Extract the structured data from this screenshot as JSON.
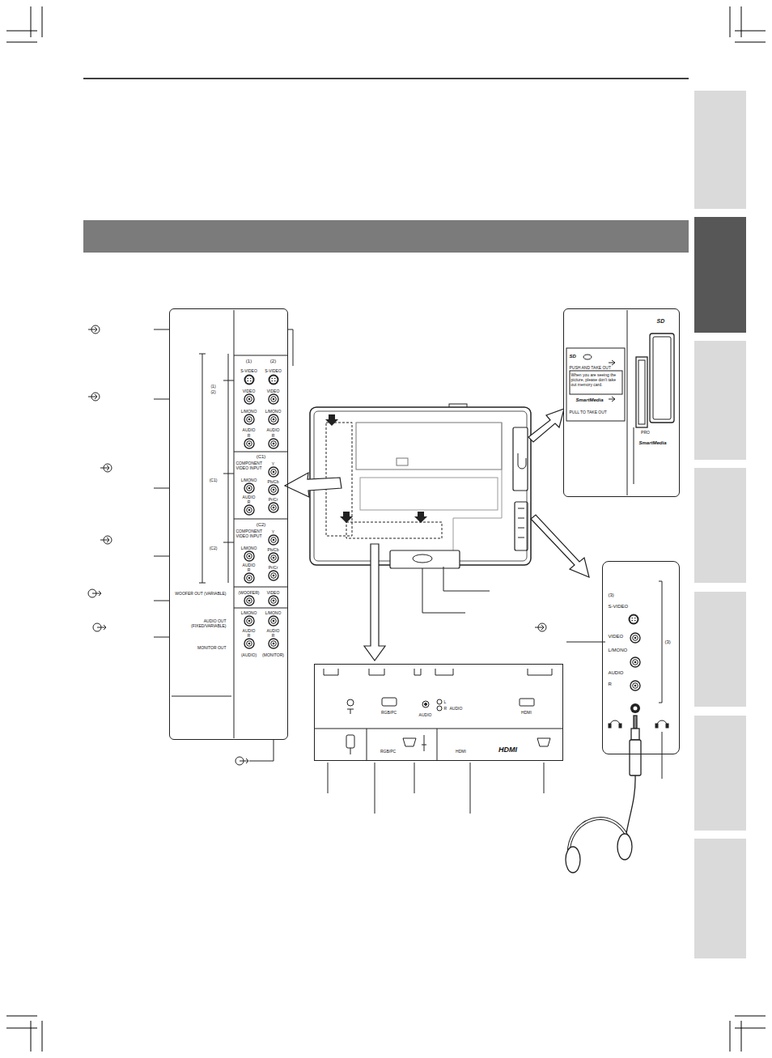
{
  "diagram": {
    "nodes": [
      {
        "text": [
          "(1)",
          "(2)",
          "S-VIDEO",
          "S-VIDEO",
          "(1)",
          "(2)",
          "VIDEO",
          "VIDEO",
          "L/MONO",
          "L/MONO",
          "AUDIO",
          "AUDIO",
          "R",
          "R",
          "(C1)",
          "COMPONENT VIDEO INPUT",
          "Y",
          "(C1)",
          "L/MONO",
          "Pb/Cb",
          "AUDIO",
          "Pr/Cr",
          "R",
          "(C2)",
          "COMPONENT VIDEO INPUT",
          "Y",
          "(C2)",
          "L/MONO",
          "Pb/Cb",
          "AUDIO",
          "Pr/Cr",
          "R",
          "(WOOFER)",
          "VIDEO",
          "WOOFER OUT (VARIABLE)",
          "L/MONO",
          "L/MONO",
          "AUDIO OUT (FIXED/VARIABLE)",
          "AUDIO",
          "AUDIO",
          "R",
          "R",
          "MONITOR OUT",
          "(AUDIO)",
          "(MONITOR)"
        ]
      },
      {
        "text": [
          "SD",
          "PUSH AND TAKE OUT",
          "When you are seeing the picture, please don't take out memory card.",
          "SmartMedia",
          "PULL TO TAKE OUT",
          "SD",
          "PRO",
          "SmartMedia"
        ]
      },
      {
        "text": [
          "(3)",
          "S-VIDEO",
          "VIDEO",
          "L/MONO",
          "AUDIO",
          "R",
          "(3)"
        ]
      },
      {
        "text": [
          "RGB/PC",
          "AUDIO",
          "L",
          "R",
          "AUDIO",
          "HDMI",
          "RGB/PC",
          "HDMI",
          "HDMI"
        ]
      }
    ]
  }
}
